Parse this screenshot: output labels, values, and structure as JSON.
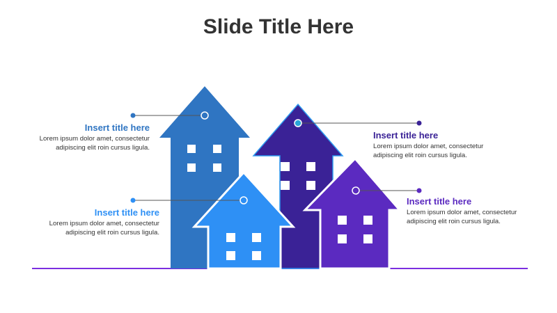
{
  "slide": {
    "title": "Slide Title Here"
  },
  "colors": {
    "blue_dark": "#2f75c2",
    "blue_light": "#2e90f5",
    "indigo": "#3a2296",
    "purple": "#5b2ac0",
    "baseline": "#7b2ee0",
    "text": "#333333"
  },
  "callouts": [
    {
      "title": "Insert title here",
      "body_line1": "Lorem ipsum dolor amet, consectetur",
      "body_line2": "adipiscing elit roin cursus ligula.",
      "color": "#2f75c2"
    },
    {
      "title": "Insert title here",
      "body_line1": "Lorem ipsum dolor amet, consectetur",
      "body_line2": "adipiscing elit roin cursus ligula.",
      "color": "#2e90f5"
    },
    {
      "title": "Insert title here",
      "body_line1": "Lorem ipsum dolor amet, consectetur",
      "body_line2": "adipiscing elit roin cursus ligula.",
      "color": "#3a2296"
    },
    {
      "title": "Insert title here",
      "body_line1": "Lorem ipsum dolor amet, consectetur",
      "body_line2": "adipiscing elit roin cursus ligula.",
      "color": "#5b2ac0"
    }
  ]
}
